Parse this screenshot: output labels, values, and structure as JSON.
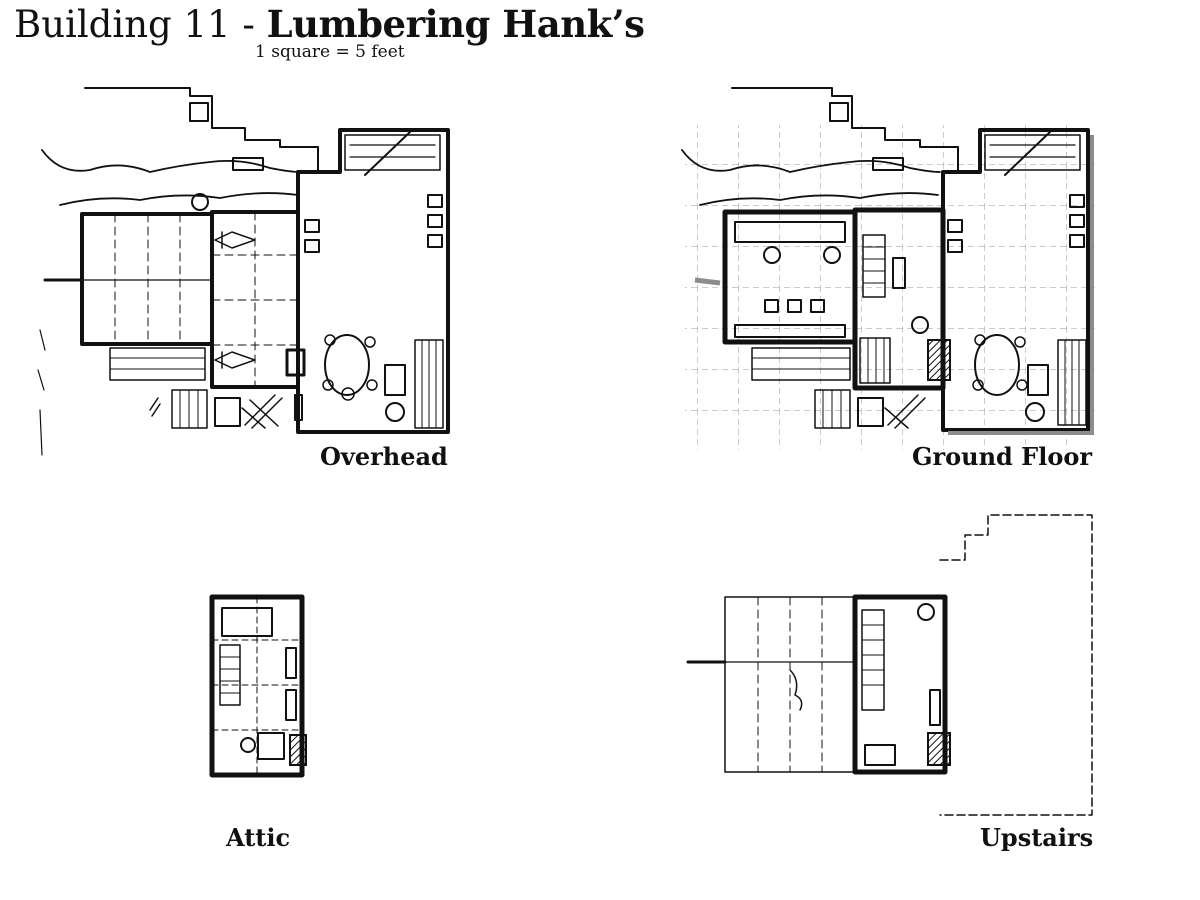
{
  "header": {
    "title_prefix": "Building 11 - ",
    "title_name": "Lumbering Hank’s",
    "scale": "1 square = 5 feet"
  },
  "maps": {
    "overhead": "Overhead",
    "ground_floor": "Ground Floor",
    "attic": "Attic",
    "upstairs": "Upstairs"
  },
  "colors": {
    "ink": "#111111",
    "grid": "#9a9a9a",
    "shadow": "#8c8c8c"
  }
}
